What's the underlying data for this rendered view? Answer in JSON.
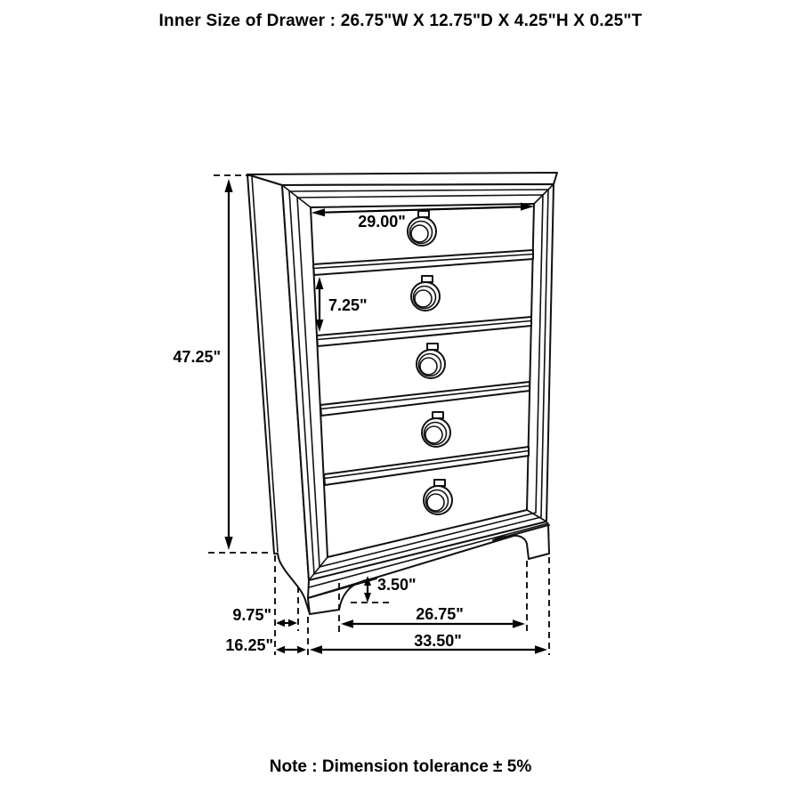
{
  "header": {
    "title": "Inner Size of Drawer : 26.75\"W X 12.75\"D X 4.25\"H X 0.25\"T"
  },
  "diagram": {
    "subject": "five-drawer chest line drawing with dimension callouts",
    "drawer_count": 5,
    "line_color": "#000000",
    "background_color": "#ffffff"
  },
  "dims": {
    "drawer_width": "29.00\"",
    "drawer_height": "7.25\"",
    "overall_height": "47.25\"",
    "foot_height": "3.50\"",
    "back_offset": "9.75\"",
    "depth": "16.25\"",
    "feet_span": "26.75\"",
    "overall_width": "33.50\""
  },
  "footer": {
    "note": "Note : Dimension tolerance ± 5%"
  }
}
